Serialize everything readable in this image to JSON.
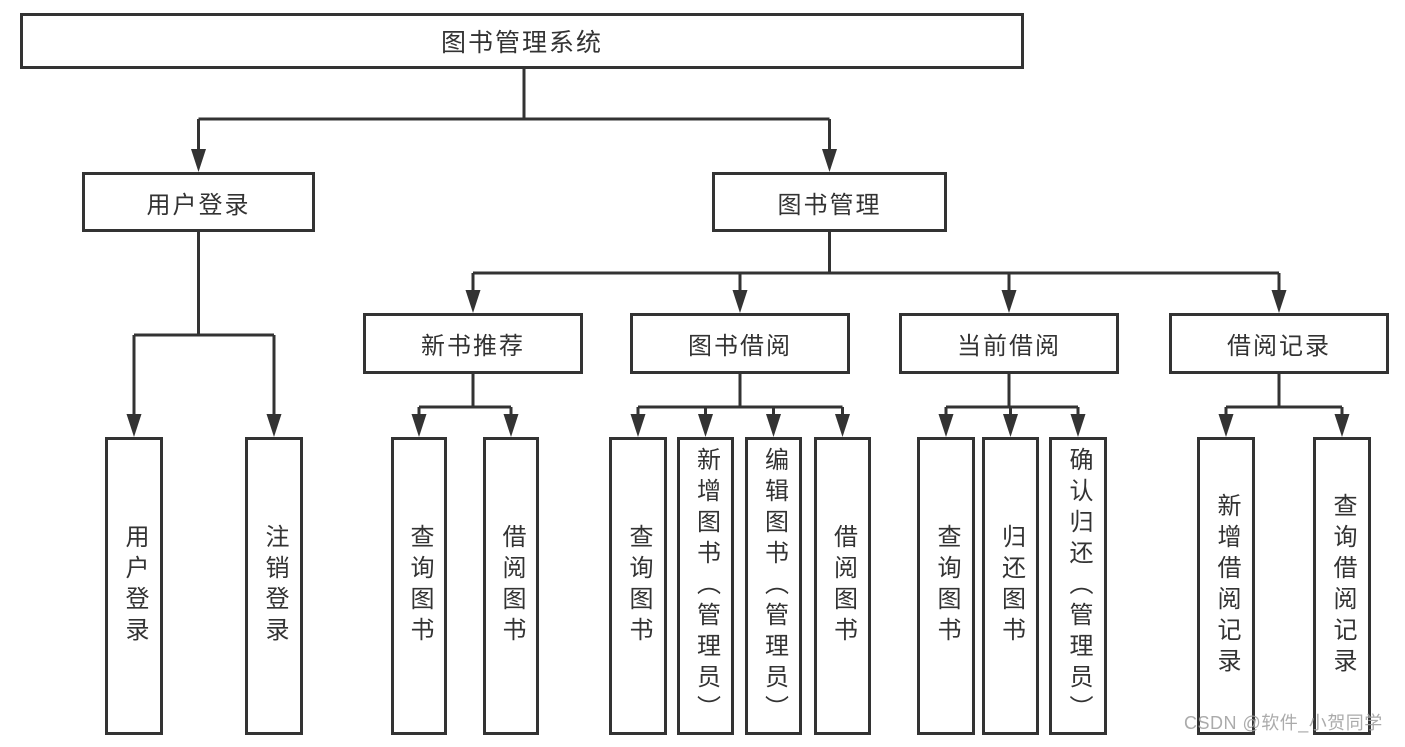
{
  "diagram": {
    "root_label": "图书管理系统",
    "branches": [
      {
        "label": "用户登录",
        "children": [
          {
            "label": "用户登录"
          },
          {
            "label": "注销登录"
          }
        ]
      },
      {
        "label": "图书管理",
        "children": [
          {
            "label": "新书推荐",
            "children": [
              {
                "label": "查询图书"
              },
              {
                "label": "借阅图书"
              }
            ]
          },
          {
            "label": "图书借阅",
            "children": [
              {
                "label": "查询图书"
              },
              {
                "label": "新增图书（管理员）"
              },
              {
                "label": "编辑图书（管理员）"
              },
              {
                "label": "借阅图书"
              }
            ]
          },
          {
            "label": "当前借阅",
            "children": [
              {
                "label": "查询图书"
              },
              {
                "label": "归还图书"
              },
              {
                "label": "确认归还（管理员）"
              }
            ]
          },
          {
            "label": "借阅记录",
            "children": [
              {
                "label": "新增借阅记录"
              },
              {
                "label": "查询借阅记录"
              }
            ]
          }
        ]
      }
    ]
  },
  "watermark": {
    "text": "CSDN @软件_小贺同学"
  },
  "colors": {
    "line": "#333333",
    "box_border": "#333333",
    "box_fill": "#ffffff",
    "text": "#333333",
    "watermark": "#a3a3a3"
  }
}
